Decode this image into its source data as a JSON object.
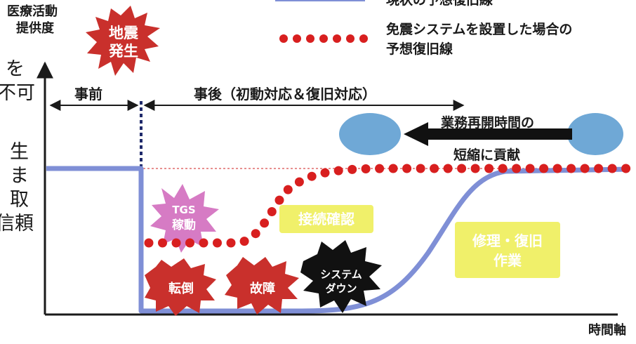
{
  "y_axis_label_line1": "医療活動",
  "y_axis_label_line2": "提供度",
  "x_axis_label": "時間軸",
  "legend": {
    "top_cut": "現状の予想復旧線",
    "dotted_line1": "免震システムを設置した場合の",
    "dotted_line2": "予想復旧線"
  },
  "phases": {
    "before": "事前",
    "after": "事後（初動対応＆復旧対応）"
  },
  "arrow_label_line1": "業務再開時間の",
  "arrow_label_line2": "短縮に貢献",
  "bursts": {
    "quake_line1": "地震",
    "quake_line2": "発生",
    "tgs_line1": "TGS",
    "tgs_line2": "稼動",
    "fall": "転倒",
    "fault": "故障",
    "down_line1": "システム",
    "down_line2": "ダウン"
  },
  "boxes": {
    "check": "接続確認",
    "repair_line1": "修理・復旧",
    "repair_line2": "作業"
  },
  "side_text": [
    "を",
    "不可",
    "",
    "生",
    "ま",
    "取",
    "信頼"
  ],
  "colors": {
    "solid_line": "#7f8fd6",
    "dotted_line": "#d81f1f",
    "burst_red": "#c9302c",
    "burst_pink": "#d67bc4",
    "burst_black": "#111111",
    "box_yellow": "#f0f06a",
    "bubble_blue": "#6fa8d6"
  }
}
